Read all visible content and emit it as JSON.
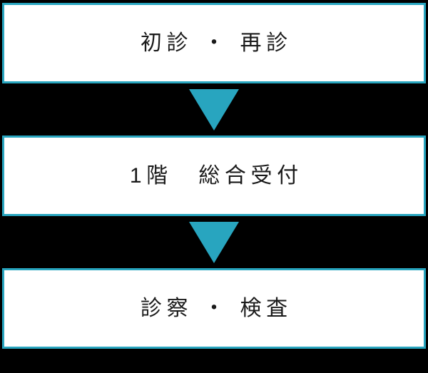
{
  "diagram": {
    "type": "vertical-flowchart",
    "background_color": "#000000",
    "box_border_color": "#28a5bf",
    "box_fill_color": "#ffffff",
    "arrow_color": "#28a5bf",
    "text_color": "#1a1a1a",
    "steps": [
      {
        "label": "初診 ・ 再診"
      },
      {
        "label": "1階　総合受付"
      },
      {
        "label": "診察 ・ 検査"
      }
    ],
    "connectors": [
      {
        "icon": "arrow-down-icon"
      },
      {
        "icon": "arrow-down-icon"
      }
    ]
  }
}
